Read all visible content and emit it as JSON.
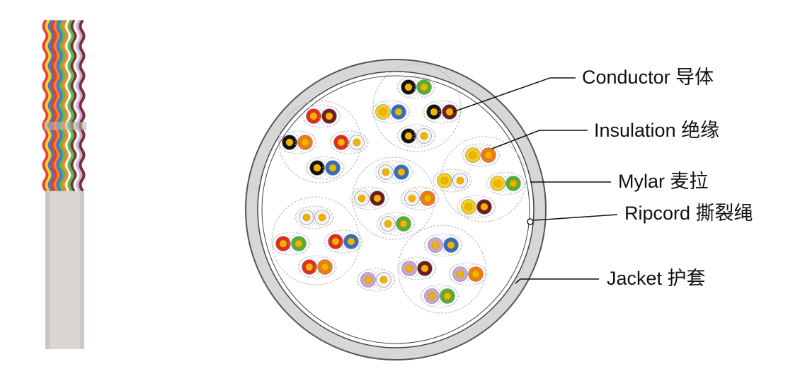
{
  "colors": {
    "background": "#ffffff",
    "jacket": "#d7d7d7",
    "jacket_outline": "#555555",
    "mylar": "#ffffff",
    "core_line": "#444444",
    "dashed": "#b5b5b5",
    "sample_sheath": "#d9d6d1",
    "leader_line": "#111111"
  },
  "labels": [
    {
      "id": "conductor",
      "text": "Conductor 导体"
    },
    {
      "id": "insulation",
      "text": "Insulation 绝缘"
    },
    {
      "id": "mylar",
      "text": "Mylar  麦拉"
    },
    {
      "id": "ripcord",
      "text": "Ripcord  撕裂绳"
    },
    {
      "id": "jacket",
      "text": "Jacket  护套"
    }
  ],
  "wire_colors": {
    "black": "#111111",
    "green": "#4fb033",
    "yellow": "#f2cf1c",
    "blue": "#2f6ec4",
    "brown": "#6e1a22",
    "red": "#e52a1e",
    "orange": "#f07a12",
    "white": "#f2f2f2",
    "violet": "#c9a3d8"
  },
  "bundles": [
    {
      "name": "top",
      "pairs": [
        [
          "black",
          "green"
        ],
        [
          "yellow",
          "blue"
        ],
        [
          "black",
          "brown"
        ],
        [
          "black",
          "white"
        ]
      ]
    },
    {
      "name": "upper-left",
      "pairs": [
        [
          "red",
          "brown"
        ],
        [
          "black",
          "orange"
        ],
        [
          "red",
          "white"
        ],
        [
          "black",
          "blue"
        ]
      ]
    },
    {
      "name": "center",
      "pairs": [
        [
          "white",
          "blue"
        ],
        [
          "white",
          "brown"
        ],
        [
          "white",
          "orange"
        ],
        [
          "white",
          "green"
        ]
      ]
    },
    {
      "name": "right",
      "pairs": [
        [
          "yellow",
          "orange"
        ],
        [
          "yellow",
          "white"
        ],
        [
          "yellow",
          "green"
        ],
        [
          "yellow",
          "brown"
        ]
      ]
    },
    {
      "name": "lower-left",
      "pairs": [
        [
          "white",
          "white"
        ],
        [
          "red",
          "green"
        ],
        [
          "red",
          "blue"
        ],
        [
          "red",
          "orange"
        ]
      ]
    },
    {
      "name": "bottom",
      "pairs": [
        [
          "violet",
          "blue"
        ],
        [
          "violet",
          "brown"
        ],
        [
          "violet",
          "orange"
        ],
        [
          "violet",
          "green"
        ]
      ]
    },
    {
      "name": "extra",
      "pairs": [
        [
          "violet",
          "white"
        ]
      ]
    }
  ]
}
